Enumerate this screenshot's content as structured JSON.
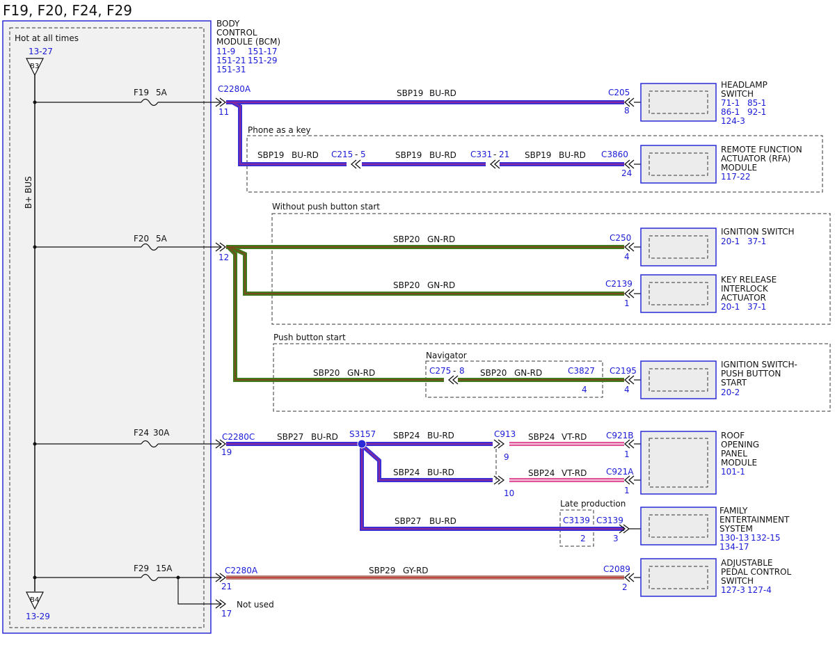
{
  "title": "F19, F20, F24, F29",
  "fuse_box": {
    "hot_label": "Hot at all times",
    "bus_label": "B+ BUS",
    "top_ref": "13-27",
    "top_connector": "B3",
    "bottom_ref": "13-29",
    "bottom_connector": "B4",
    "fuses": [
      {
        "name": "F19",
        "rating": "5A"
      },
      {
        "name": "F20",
        "rating": "5A"
      },
      {
        "name": "F24",
        "rating": "30A"
      },
      {
        "name": "F29",
        "rating": "15A"
      }
    ]
  },
  "bcm": {
    "label_lines": [
      "BODY",
      "CONTROL",
      "MODULE (BCM)"
    ],
    "refs": [
      "11-9",
      "151-17",
      "151-21",
      "151-29",
      "151-31"
    ]
  },
  "groups": {
    "phone_as_key": "Phone as a key",
    "without_push": "Without push button start",
    "push_start": "Push button start",
    "navigator": "Navigator",
    "late_production": "Late production"
  },
  "connectors": {
    "c2280a_top": "C2280A",
    "pin_11": "11",
    "c205": "C205",
    "pin_8": "8",
    "c215": "C215",
    "pin_5": "5",
    "c331": "C331",
    "pin_21": "21",
    "c3860": "C3860",
    "pin_24": "24",
    "pin_12": "12",
    "c250": "C250",
    "pin_4a": "4",
    "c2139": "C2139",
    "pin_1a": "1",
    "c275": "C275",
    "pin_8b": "8",
    "c3827": "C3827",
    "pin_4b": "4",
    "c2195": "C2195",
    "pin_4c": "4",
    "c2280c": "C2280C",
    "pin_19": "19",
    "s3157": "S3157",
    "c913": "C913",
    "pin_9": "9",
    "pin_10": "10",
    "c921b": "C921B",
    "pin_1b": "1",
    "c921a": "C921A",
    "pin_1c": "1",
    "c3139a": "C3139",
    "pin_2a": "2",
    "c3139b": "C3139",
    "pin_3": "3",
    "c2280a_bot": "C2280A",
    "pin_21b": "21",
    "c2089": "C2089",
    "pin_2b": "2",
    "pin_17": "17",
    "not_used": "Not used",
    "dash": "-"
  },
  "wires": {
    "w1": {
      "circuit": "SBP19",
      "color": "BU-RD"
    },
    "w2": {
      "circuit": "SBP19",
      "color": "BU-RD"
    },
    "w3": {
      "circuit": "SBP19",
      "color": "BU-RD"
    },
    "w4": {
      "circuit": "SBP19",
      "color": "BU-RD"
    },
    "w5": {
      "circuit": "SBP20",
      "color": "GN-RD"
    },
    "w6": {
      "circuit": "SBP20",
      "color": "GN-RD"
    },
    "w7": {
      "circuit": "SBP20",
      "color": "GN-RD"
    },
    "w8": {
      "circuit": "SBP20",
      "color": "GN-RD"
    },
    "w9": {
      "circuit": "SBP27",
      "color": "BU-RD"
    },
    "w10": {
      "circuit": "SBP24",
      "color": "BU-RD"
    },
    "w11": {
      "circuit": "SBP24",
      "color": "VT-RD"
    },
    "w12": {
      "circuit": "SBP24",
      "color": "BU-RD"
    },
    "w13": {
      "circuit": "SBP24",
      "color": "VT-RD"
    },
    "w14": {
      "circuit": "SBP27",
      "color": "BU-RD"
    },
    "w15": {
      "circuit": "SBP29",
      "color": "GY-RD"
    }
  },
  "components": [
    {
      "lines": [
        "HEADLAMP",
        "SWITCH"
      ],
      "refs": [
        "71-1",
        "85-1",
        "86-1",
        "92-1",
        "124-3"
      ]
    },
    {
      "lines": [
        "REMOTE FUNCTION",
        "ACTUATOR (RFA)",
        "MODULE"
      ],
      "refs": [
        "117-22"
      ]
    },
    {
      "lines": [
        "IGNITION SWITCH"
      ],
      "refs": [
        "20-1",
        "37-1"
      ]
    },
    {
      "lines": [
        "KEY RELEASE",
        "INTERLOCK",
        "ACTUATOR"
      ],
      "refs": [
        "20-1",
        "37-1"
      ]
    },
    {
      "lines": [
        "IGNITION SWITCH-",
        "PUSH BUTTON",
        "START"
      ],
      "refs": [
        "20-2"
      ]
    },
    {
      "lines": [
        "ROOF",
        "OPENING",
        "PANEL",
        "MODULE"
      ],
      "refs": [
        "101-1"
      ]
    },
    {
      "lines": [
        "FAMILY",
        "ENTERTAINMENT",
        "SYSTEM"
      ],
      "refs": [
        "130-13",
        "132-15",
        "134-17"
      ]
    },
    {
      "lines": [
        "ADJUSTABLE",
        "PEDAL CONTROL",
        "SWITCH"
      ],
      "refs": [
        "127-3",
        "127-4"
      ]
    }
  ],
  "colors": {
    "bu_rd_outer": "#3a2fd4",
    "bu_rd_inner": "#8a2a9a",
    "gn_rd_outer": "#3f7a1c",
    "gn_rd_inner": "#7a4a1a",
    "vt_rd": "#e0559a",
    "gy_rd": "#b88078",
    "blue_text": "#1a1ad6"
  }
}
